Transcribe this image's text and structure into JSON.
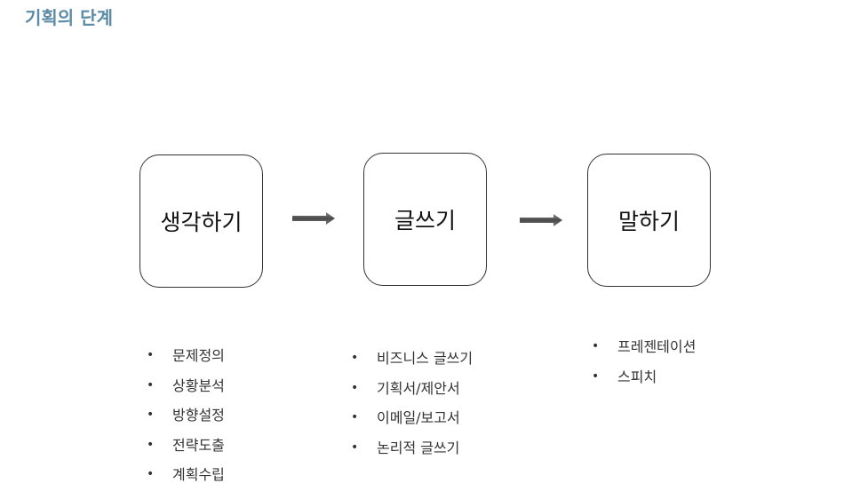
{
  "title": "기획의 단계",
  "stages": [
    {
      "label": "생각하기",
      "items": [
        "문제정의",
        "상황분석",
        "방향설정",
        "전략도출",
        "계획수립"
      ]
    },
    {
      "label": "글쓰기",
      "items": [
        "비즈니스 글쓰기",
        "기획서/제안서",
        "이메일/보고서",
        "논리적 글쓰기"
      ]
    },
    {
      "label": "말하기",
      "items": [
        "프레젠테이션",
        "스피치"
      ]
    }
  ],
  "colors": {
    "title": "#5b8ba6",
    "arrow": "#5f5f5f",
    "border": "#333333"
  },
  "icons": {
    "arrow": "right-arrow-icon",
    "bullet": "bullet-icon"
  }
}
